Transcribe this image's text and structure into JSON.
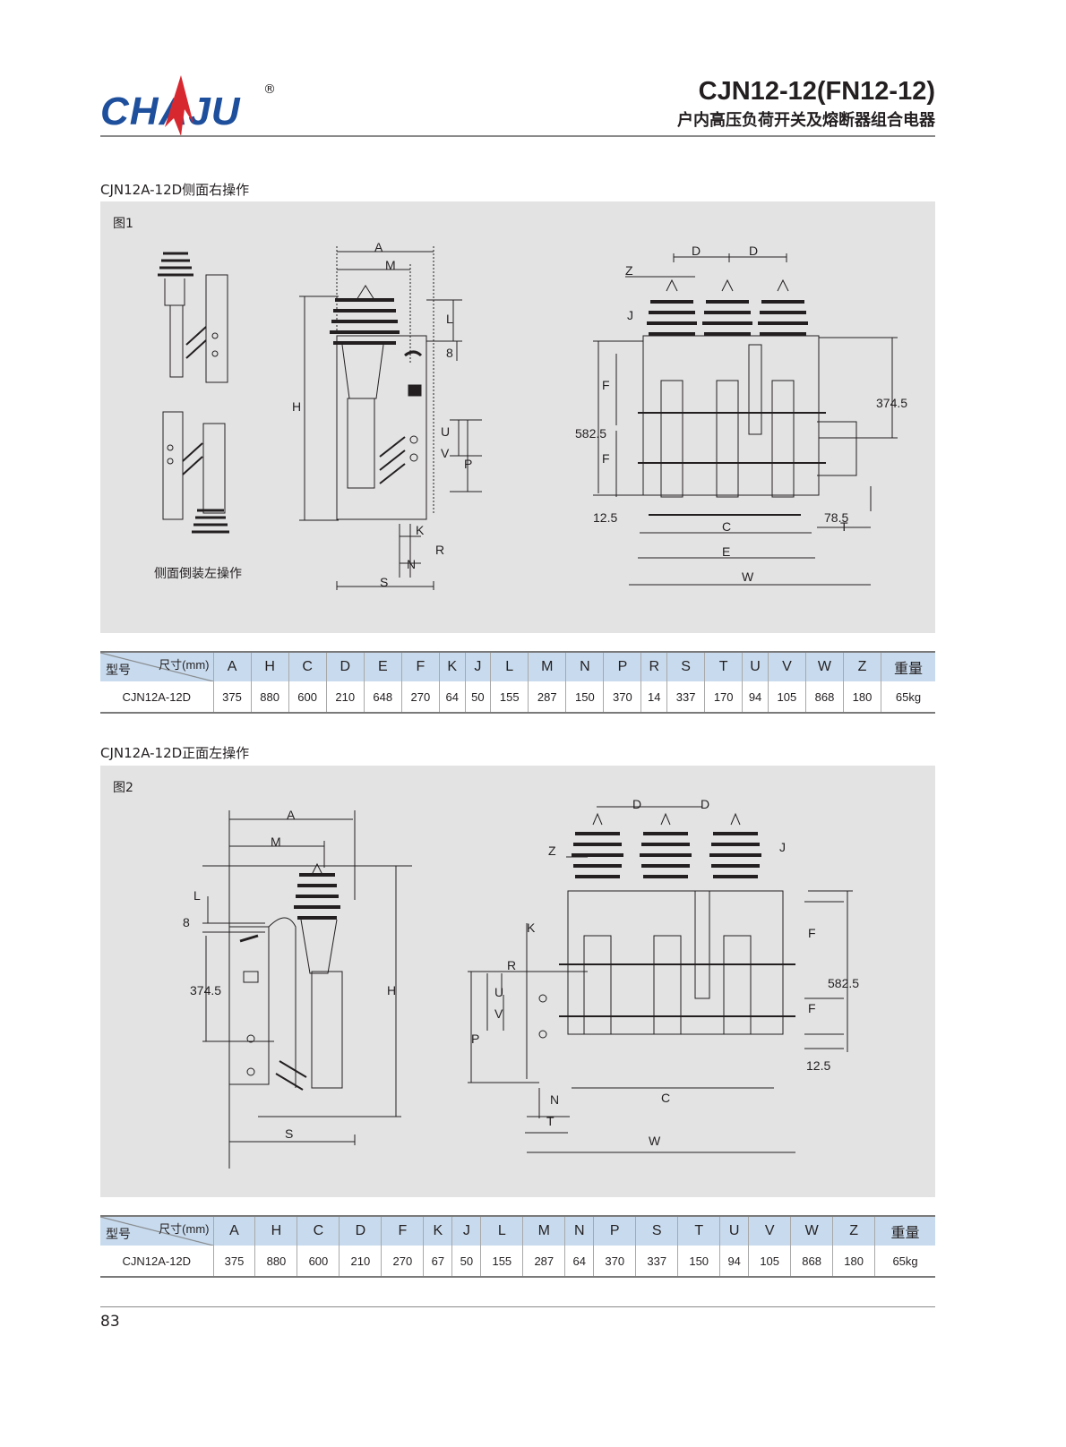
{
  "brand": {
    "logo_text": "CHAJU",
    "registered_mark": "®",
    "logo_color": "#1e4f9c",
    "flame_color": "#d7282f"
  },
  "header": {
    "model": "CJN12-12(FN12-12)",
    "subtitle": "户内高压负荷开关及熔断器组合电器"
  },
  "sections": [
    {
      "title": "CJN12A-12D侧面右操作",
      "figure_label": "图1",
      "caption": "侧面倒装左操作",
      "dimension_labels": [
        "A",
        "M",
        "L",
        "8",
        "H",
        "U",
        "V",
        "P",
        "K",
        "R",
        "N",
        "S",
        "D",
        "D",
        "Z",
        "J",
        "F",
        "F",
        "582.5",
        "12.5",
        "374.5",
        "78.5",
        "T",
        "C",
        "E",
        "W"
      ],
      "table": {
        "corner_top": "尺寸(mm)",
        "corner_bottom": "型号",
        "columns": [
          "A",
          "H",
          "C",
          "D",
          "E",
          "F",
          "K",
          "J",
          "L",
          "M",
          "N",
          "P",
          "R",
          "S",
          "T",
          "U",
          "V",
          "W",
          "Z",
          "重量"
        ],
        "rows": [
          {
            "model": "CJN12A-12D",
            "values": [
              "375",
              "880",
              "600",
              "210",
              "648",
              "270",
              "64",
              "50",
              "155",
              "287",
              "150",
              "370",
              "14",
              "337",
              "170",
              "94",
              "105",
              "868",
              "180",
              "65kg"
            ]
          }
        ]
      }
    },
    {
      "title": "CJN12A-12D正面左操作",
      "figure_label": "图2",
      "dimension_labels": [
        "A",
        "M",
        "L",
        "8",
        "374.5",
        "H",
        "S",
        "D",
        "D",
        "Z",
        "J",
        "K",
        "R",
        "U",
        "V",
        "P",
        "F",
        "F",
        "582.5",
        "12.5",
        "N",
        "T",
        "C",
        "W"
      ],
      "table": {
        "corner_top": "尺寸(mm)",
        "corner_bottom": "型号",
        "columns": [
          "A",
          "H",
          "C",
          "D",
          "F",
          "K",
          "J",
          "L",
          "M",
          "N",
          "P",
          "S",
          "T",
          "U",
          "V",
          "W",
          "Z",
          "重量"
        ],
        "rows": [
          {
            "model": "CJN12A-12D",
            "values": [
              "375",
              "880",
              "600",
              "210",
              "270",
              "67",
              "50",
              "155",
              "287",
              "64",
              "370",
              "337",
              "150",
              "94",
              "105",
              "868",
              "180",
              "65kg"
            ]
          }
        ]
      }
    }
  ],
  "page_number": "83"
}
